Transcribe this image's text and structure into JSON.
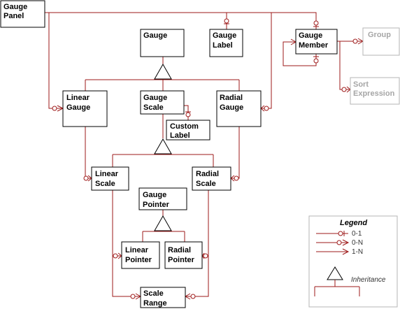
{
  "entities": {
    "gauge_panel": [
      "Gauge",
      "Panel"
    ],
    "gauge": [
      "Gauge"
    ],
    "gauge_label": [
      "Gauge",
      "Label"
    ],
    "gauge_member": [
      "Gauge",
      "Member"
    ],
    "group": [
      "Group"
    ],
    "sort_expression": [
      "Sort",
      "Expression"
    ],
    "linear_gauge": [
      "Linear",
      "Gauge"
    ],
    "gauge_scale": [
      "Gauge",
      "Scale"
    ],
    "radial_gauge": [
      "Radial",
      "Gauge"
    ],
    "custom_label": [
      "Custom",
      "Label"
    ],
    "linear_scale": [
      "Linear",
      "Scale"
    ],
    "radial_scale": [
      "Radial",
      "Scale"
    ],
    "gauge_pointer": [
      "Gauge",
      "Pointer"
    ],
    "linear_pointer": [
      "Linear",
      "Pointer"
    ],
    "radial_pointer": [
      "Radial",
      "Pointer"
    ],
    "scale_range": [
      "Scale",
      "Range"
    ]
  },
  "legend": {
    "title": "Legend",
    "zero_one": "0-1",
    "zero_n": "0-N",
    "one_n": "1-N",
    "inheritance": "Inheritance"
  },
  "colors": {
    "connector": "#9e1a1a",
    "box_border": "#000000",
    "external_border": "#b5b5b5",
    "external_text": "#a6a6a6"
  }
}
